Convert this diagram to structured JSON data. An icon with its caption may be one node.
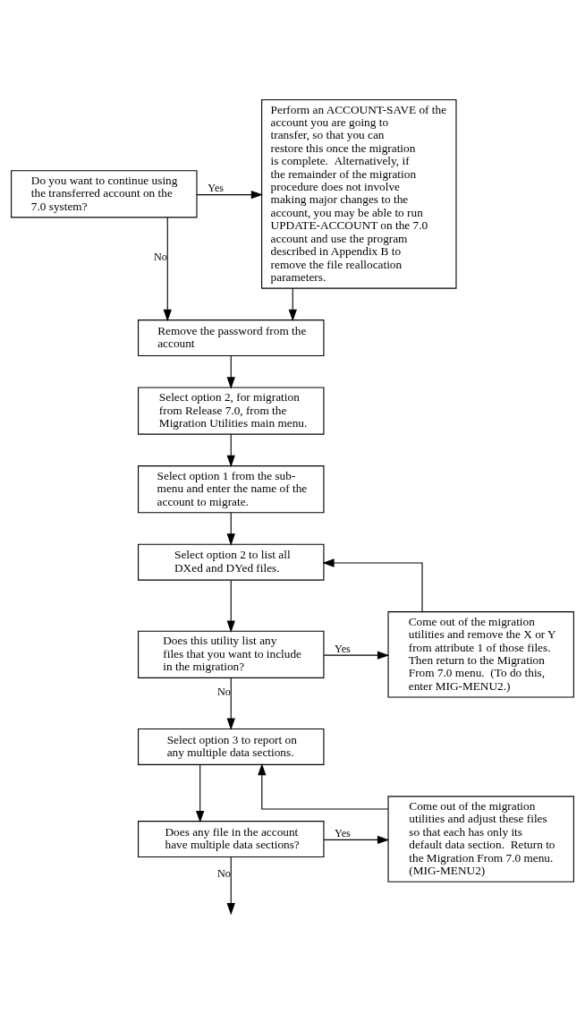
{
  "diagram": {
    "nodes": [
      {
        "text": [
          "Do you want to continue using the transferred account on the 7.0 system?"
        ]
      },
      {
        "text": [
          "Perform an ACCOUNT-SAVE of the account you are going to transfer, so that you can restore this once the migration is complete.  Alternatively, if the remainder of the migration procedure does not involve making major changes to the account, you may be able to run UPDATE-ACCOUNT on the 7.0 account and use the program described in Appendix B to remove the file reallocation parameters."
        ]
      },
      {
        "text": [
          "Remove the password from the account"
        ]
      },
      {
        "text": [
          "Select option 2, for migration from Release 7.0, from the Migration Utilities main menu."
        ]
      },
      {
        "text": [
          "Select option 1 from the sub-menu and enter the name of the account to migrate."
        ]
      },
      {
        "text": [
          "Select option 2 to list all DXed and DYed files."
        ]
      },
      {
        "text": [
          "Does this utility list any files that you want to include in the migration?"
        ]
      },
      {
        "text": [
          "Come out of the migration utilities and remove the X or Y from attribute 1 of those files. Then return to the Migration From 7.0 menu.  (To do this, enter MIG-MENU2.)"
        ]
      },
      {
        "text": [
          "Select option 3 to report on any multiple data sections."
        ]
      },
      {
        "text": [
          "Does any file in the account have multiple data sections?"
        ]
      },
      {
        "text": [
          "Come out of the migration utilities and adjust these files so that each has only its default data section.  Return to the Migration From 7.0 menu. (MIG-MENU2)"
        ]
      }
    ],
    "edges": [
      {
        "from": 0,
        "to": 1,
        "arrow": "to",
        "label": "Yes"
      },
      {
        "from": 0,
        "to": 2,
        "arrow": "to",
        "label": "No"
      },
      {
        "from": 1,
        "to": 2,
        "arrow": "to"
      },
      {
        "from": 2,
        "to": 3,
        "arrow": "to"
      },
      {
        "from": 3,
        "to": 4,
        "arrow": "to"
      },
      {
        "from": 4,
        "to": 5,
        "arrow": "to"
      },
      {
        "from": 5,
        "to": 6,
        "arrow": "to"
      },
      {
        "from": 6,
        "to": 7,
        "arrow": "to",
        "label": "Yes"
      },
      {
        "from": 6,
        "to": 8,
        "arrow": "to",
        "label": "No"
      },
      {
        "from": 7,
        "to": 5,
        "arrow": "to"
      },
      {
        "from": 8,
        "to": 9,
        "arrow": "to"
      },
      {
        "from": 9,
        "to": 10,
        "arrow": "to",
        "label": "Yes"
      },
      {
        "from": 10,
        "to": 8,
        "arrow": "to"
      },
      {
        "from": 9,
        "to": null,
        "arrow": "to",
        "label": "No"
      }
    ]
  }
}
